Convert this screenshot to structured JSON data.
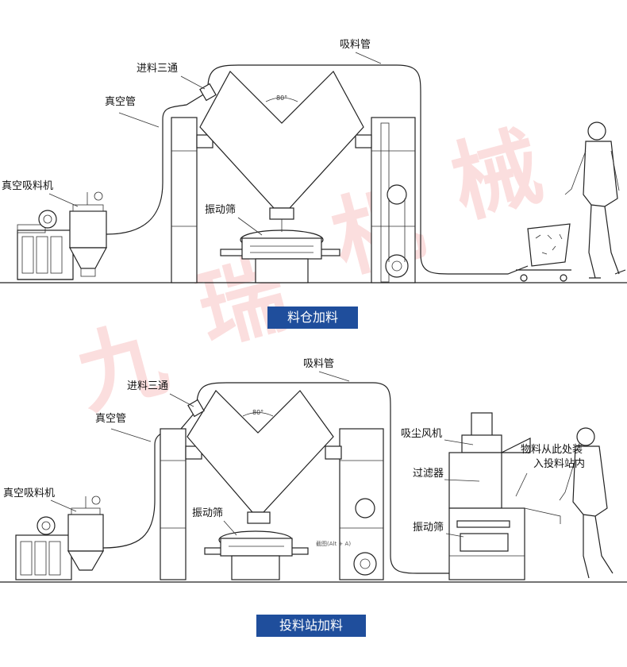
{
  "panel1": {
    "labels": {
      "suction_pipe": "吸料管",
      "feed_tee": "进料三通",
      "vacuum_pipe": "真空管",
      "vacuum_loader": "真空吸料机",
      "vibrating_screen": "振动筛",
      "angle": "80°"
    },
    "caption": "料仓加料"
  },
  "panel2": {
    "labels": {
      "suction_pipe": "吸料管",
      "feed_tee": "进料三通",
      "vacuum_pipe": "真空管",
      "vacuum_loader": "真空吸料机",
      "vibrating_screen": "振动筛",
      "dust_fan": "吸尘风机",
      "filter": "过滤器",
      "station_screen": "振动筛",
      "material_note_line1": "物料从此处装",
      "material_note_line2": "入投料站内",
      "screenshot_tag": "截图(Alt + A)",
      "angle": "80°"
    },
    "caption": "投料站加料"
  },
  "watermark": "九 瑞 机 械",
  "colors": {
    "caption_bg": "#1f4e9c",
    "watermark": "#e83a3a"
  }
}
